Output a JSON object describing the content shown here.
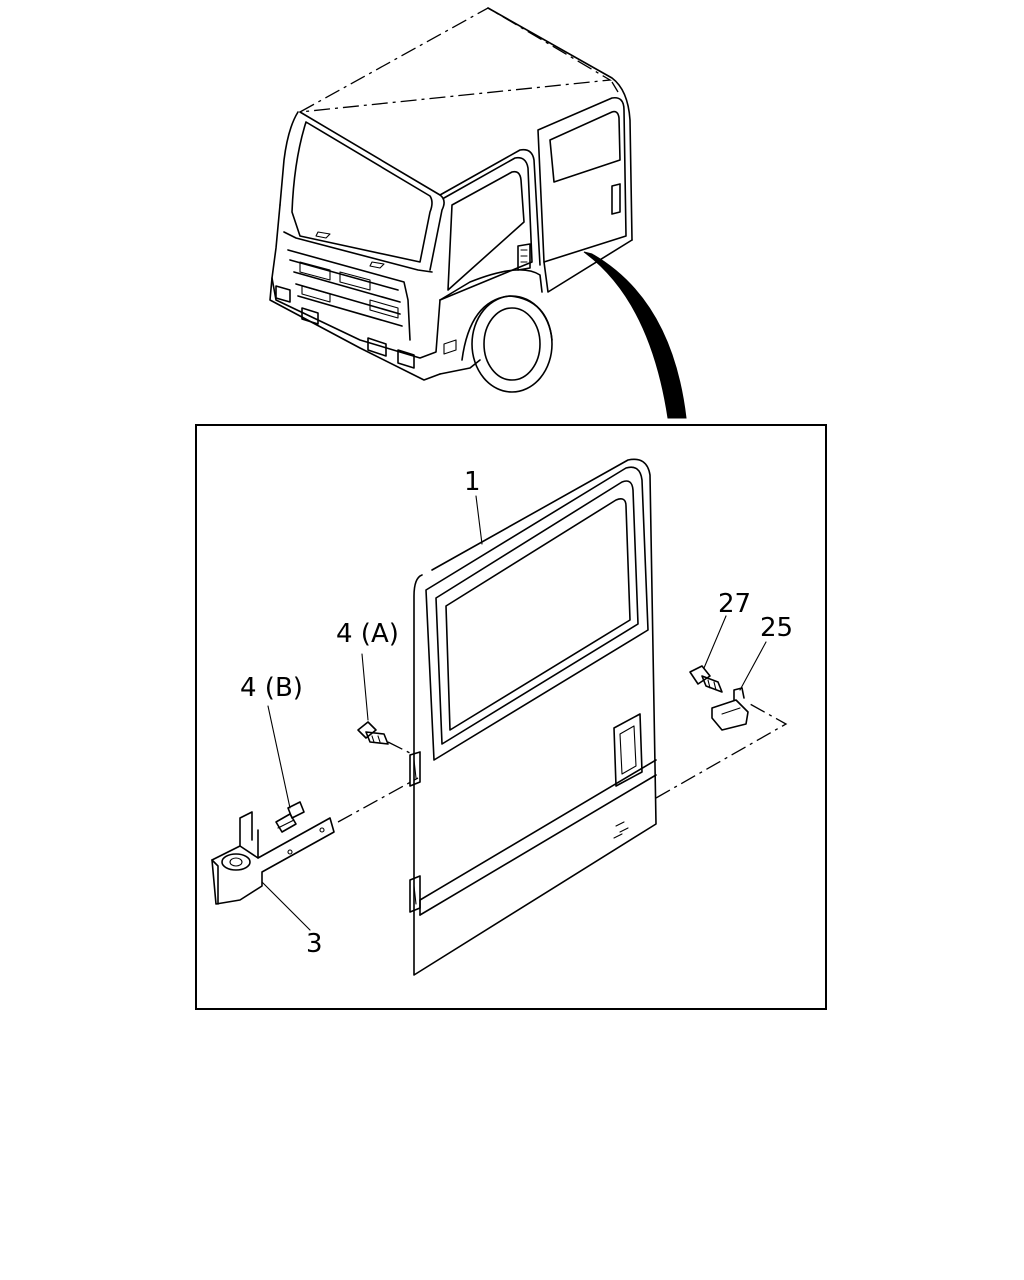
{
  "callouts": {
    "door": "1",
    "bolt_a": "4 (A)",
    "bolt_b": "4 (B)",
    "hinge_bracket": "3",
    "bolt_striker": "27",
    "striker": "25"
  },
  "colors": {
    "line": "#000000",
    "background": "#ffffff"
  }
}
